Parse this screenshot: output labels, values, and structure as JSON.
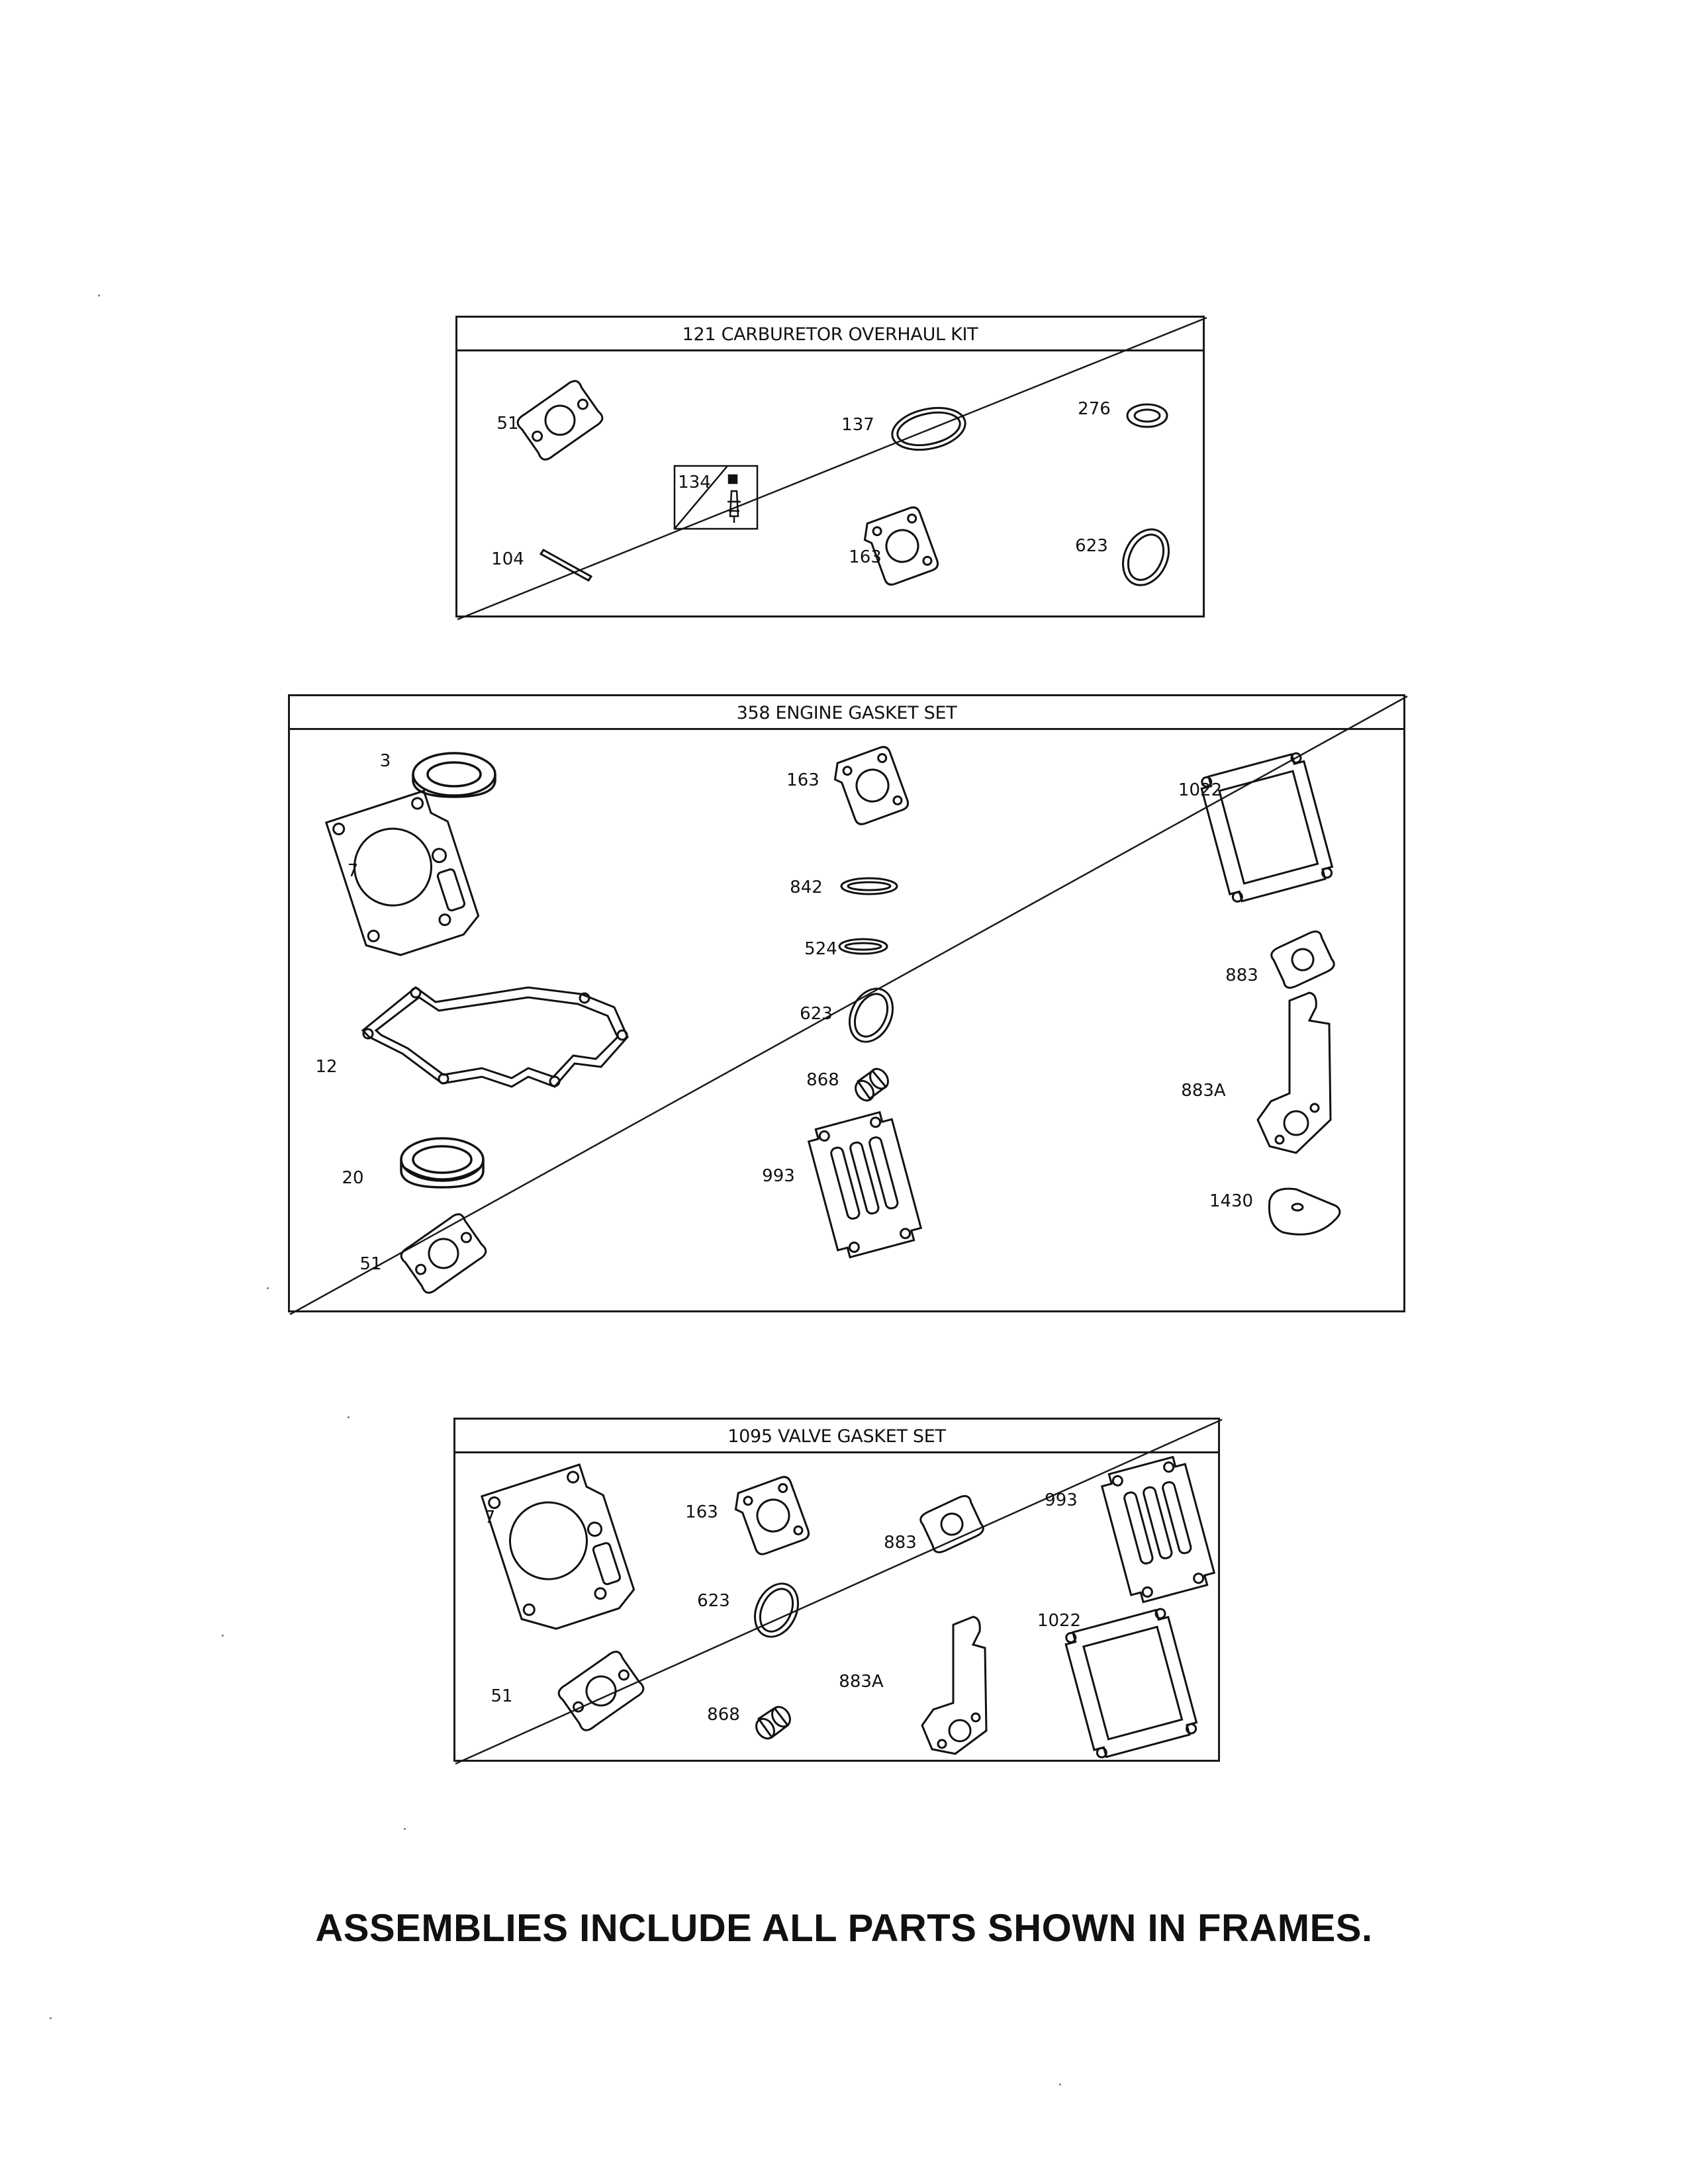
{
  "frames": [
    {
      "title": "121 CARBURETOR OVERHAUL KIT",
      "labels": [
        "51",
        "137",
        "276",
        "134",
        "104",
        "163",
        "623"
      ]
    },
    {
      "title": "358 ENGINE GASKET SET",
      "labels": [
        "3",
        "163",
        "1022",
        "7",
        "842",
        "524",
        "883",
        "623",
        "12",
        "868",
        "883A",
        "20",
        "993",
        "1430",
        "51"
      ]
    },
    {
      "title": "1095 VALVE GASKET SET",
      "labels": [
        "7",
        "163",
        "883",
        "993",
        "623",
        "1022",
        "51",
        "883A",
        "868"
      ]
    }
  ],
  "footer": "ASSEMBLIES INCLUDE ALL PARTS SHOWN IN FRAMES."
}
